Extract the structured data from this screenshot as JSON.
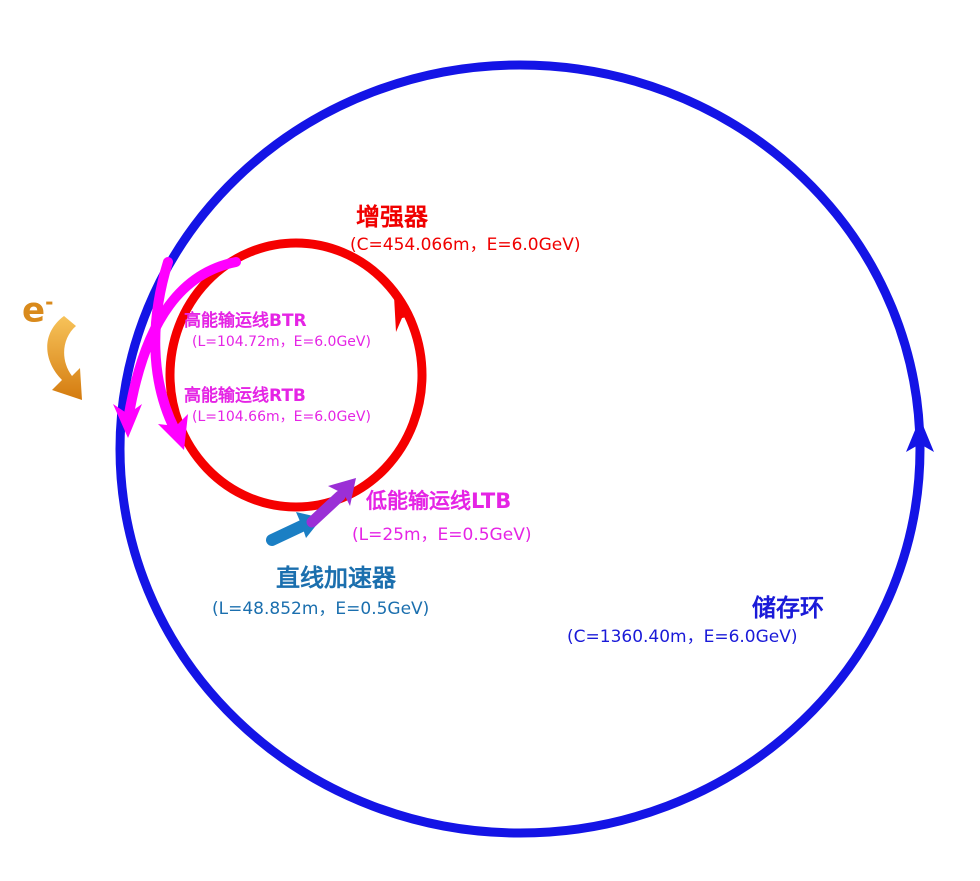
{
  "electron": {
    "label": "e",
    "superscript": "-"
  },
  "booster": {
    "name": "增强器",
    "params": "(C=454.066m，E=6.0GeV)",
    "color": "#f00000"
  },
  "btr": {
    "name": "高能输运线BTR",
    "params": "(L=104.72m，E=6.0GeV)",
    "color": "#e524e5"
  },
  "rtb": {
    "name": "高能输运线RTB",
    "params": "(L=104.66m，E=6.0GeV)",
    "color": "#e524e5"
  },
  "ltb": {
    "name": "低能输运线LTB",
    "params": "(L=25m，E=0.5GeV)",
    "color": "#e524e5"
  },
  "linac": {
    "name": "直线加速器",
    "params": "(L=48.852m，E=0.5GeV)",
    "color": "#1b6fae"
  },
  "storage_ring": {
    "name": "储存环",
    "params": "(C=1360.40m，E=6.0GeV)",
    "color": "#1a1ad8"
  },
  "colors": {
    "ltb_arrow": "#9b2fd6",
    "electron_arrow": "#e8a12a"
  }
}
